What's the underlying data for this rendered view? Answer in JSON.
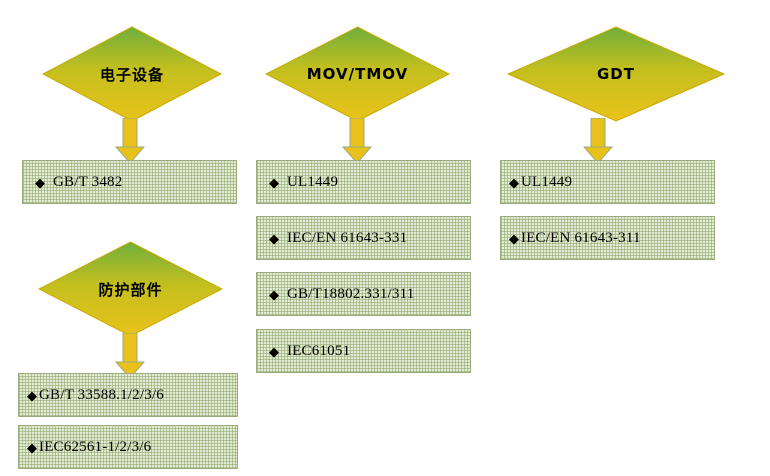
{
  "diagram": {
    "title_present": false,
    "colors": {
      "diamond_fill_top": "#7bb24a",
      "diamond_fill_bottom": "#e8c21a",
      "diamond_border": "#c8a800",
      "box_fill": "#e3ebd4",
      "box_border": "#9aab7d",
      "arrow_fill": "#e8c21a",
      "arrow_border": "#9aab7d",
      "text": "#000000"
    },
    "branches": [
      {
        "id": "electronic-equipment",
        "node_label": "电子设备",
        "items": [
          {
            "bullet": "◆",
            "label": "GB/T 3482"
          }
        ]
      },
      {
        "id": "mov-tmov",
        "node_label": "MOV/TMOV",
        "items": [
          {
            "bullet": "◆",
            "label": "UL1449"
          },
          {
            "bullet": "◆",
            "label": "IEC/EN 61643-331"
          },
          {
            "bullet": "◆",
            "label": "GB/T18802.331/311"
          },
          {
            "bullet": "◆",
            "label": "IEC61051"
          }
        ]
      },
      {
        "id": "gdt",
        "node_label": "GDT",
        "items": [
          {
            "bullet": "◆",
            "label": "UL1449"
          },
          {
            "bullet": "◆",
            "label": "IEC/EN 61643-311"
          }
        ]
      },
      {
        "id": "protective-component",
        "node_label": "防护部件",
        "items": [
          {
            "bullet": "◆",
            "label": "GB/T 33588.1/2/3/6"
          },
          {
            "bullet": "◆",
            "label": "IEC62561-1/2/3/6"
          }
        ]
      }
    ]
  }
}
